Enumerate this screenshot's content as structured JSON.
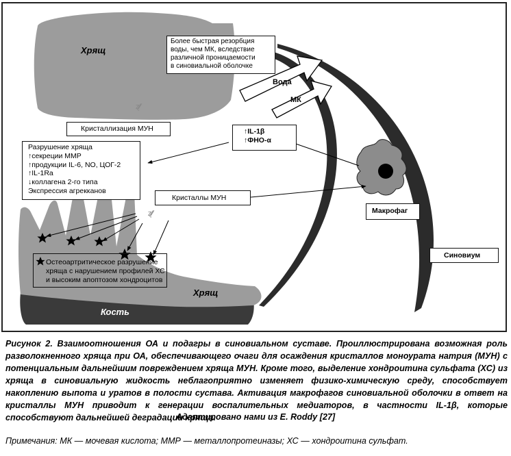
{
  "diagram": {
    "labels": {
      "cartilage_top": "Хрящ",
      "cartilage_bottom": "Хрящ",
      "bone": "Кость",
      "water": "Вода",
      "uric_acid": "МК",
      "macrophage": "Макрофаг",
      "synovium": "Синовиум",
      "crystal_glyph": "ɀ∕∕∕"
    },
    "boxes": {
      "resorption": [
        "Более быстрая резорбция",
        "воды, чем МК, вследствие",
        "различной проницаемости",
        "в синовиальной оболочке"
      ],
      "crystallization": "Кристаллизация МУН",
      "cytokines": [
        "↑IL-1β",
        "↑ФНО-α"
      ],
      "destruction": [
        "Разрушение хряща",
        "↑секреции ММР",
        "↑продукции IL-6, NO, ЦОГ-2",
        "↑IL-1Ra",
        "↓коллагена 2-го типа",
        "Экспрессия агрекканов"
      ],
      "crystals": "Кристаллы МУН",
      "osteoarthritic": [
        "Остеоартритическое разрушение",
        "хряща с нарушением профилей ХС",
        "и высоким апоптозом хондроцитов"
      ]
    }
  },
  "caption": {
    "text": "Рисунок 2. Взаимоотношения ОА и подагры в синовиальном суставе. Проиллюстрирована возможная роль разволокненного хряща при ОА, обеспечивающего очаги для осаждения кристаллов моноурата натрия (МУН) с потенциальным дальнейшим повреждением хряща МУН. Кроме того, выделение хондроитина сульфата (ХС) из хряща в синовиальную жидкость неблагоприятно изменяет физико-химическую среду, способствует накоплению выпота и уратов в полости сустава. Активация макрофагов синовиальной оболочки в ответ на кристаллы МУН приводит к генерации воспалительных медиаторов, в частности IL-1β, которые способствуют дальнейшей деградации хряща.",
    "credit": "Адаптировано нами из E. Roddy [27]",
    "notes": "Примечания: МК — мочевая кислота; ММР — металлопротеиназы; ХС — хондроитина сульфат."
  }
}
